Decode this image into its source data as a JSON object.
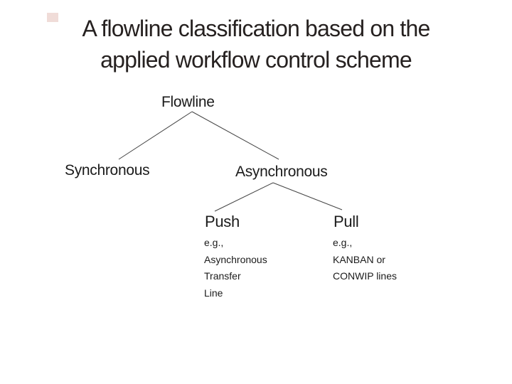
{
  "slide": {
    "title": {
      "line1": "A flowline classification based on the",
      "line2": "applied workflow control scheme"
    },
    "colors": {
      "background": "#ffffff",
      "title_text": "#262120",
      "body_text": "#1b1b1b",
      "connector_line": "#454545",
      "corner_accent": "#f0dcd8"
    },
    "tree": {
      "root_label": "Flowline",
      "left_branch_label": "Synchronous",
      "right_branch_label": "Asynchronous",
      "push": {
        "label": "Push",
        "example": "e.g.,\nAsynchronous\nTransfer\nLine"
      },
      "pull": {
        "label": "Pull",
        "example": "e.g.,\nKANBAN or\nCONWIP lines"
      }
    }
  }
}
